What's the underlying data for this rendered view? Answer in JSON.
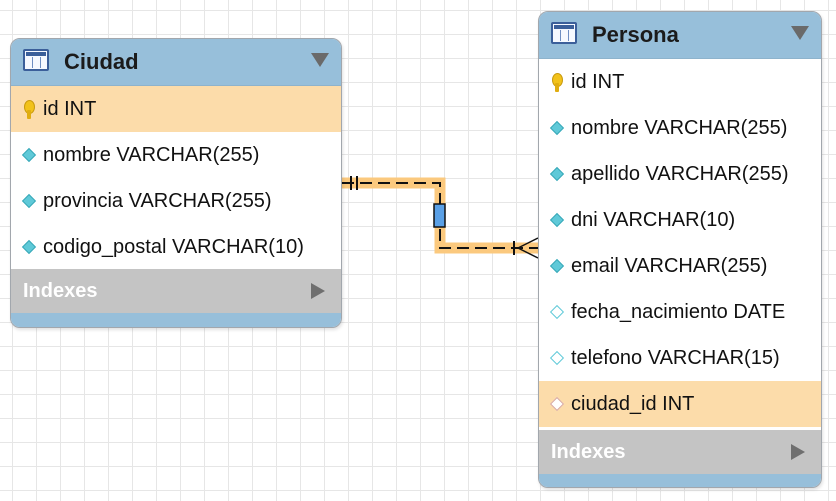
{
  "tables": {
    "ciudad": {
      "title": "Ciudad",
      "columns": [
        {
          "label": "id INT",
          "kind": "primary-key"
        },
        {
          "label": "nombre VARCHAR(255)",
          "kind": "not-null"
        },
        {
          "label": "provincia VARCHAR(255)",
          "kind": "not-null"
        },
        {
          "label": "codigo_postal VARCHAR(10)",
          "kind": "not-null"
        }
      ],
      "indexes_label": "Indexes"
    },
    "persona": {
      "title": "Persona",
      "columns": [
        {
          "label": "id INT",
          "kind": "primary-key"
        },
        {
          "label": "nombre VARCHAR(255)",
          "kind": "not-null"
        },
        {
          "label": "apellido VARCHAR(255)",
          "kind": "not-null"
        },
        {
          "label": "dni VARCHAR(10)",
          "kind": "not-null"
        },
        {
          "label": "email VARCHAR(255)",
          "kind": "not-null"
        },
        {
          "label": "fecha_nacimiento DATE",
          "kind": "nullable"
        },
        {
          "label": "telefono VARCHAR(15)",
          "kind": "nullable"
        },
        {
          "label": "ciudad_id INT",
          "kind": "foreign-key"
        }
      ],
      "indexes_label": "Indexes"
    }
  },
  "relationship": {
    "from": "Ciudad.id",
    "to": "Persona.ciudad_id",
    "cardinality": "one-to-many",
    "highlight_color": "#fbc97e",
    "marker_color": "#5aa0e6"
  },
  "colors": {
    "header": "#97bfda",
    "highlight_row": "#fcdcaa",
    "indexes_bar": "#c4c4c4",
    "column_diamond": "#5fc9d8"
  }
}
